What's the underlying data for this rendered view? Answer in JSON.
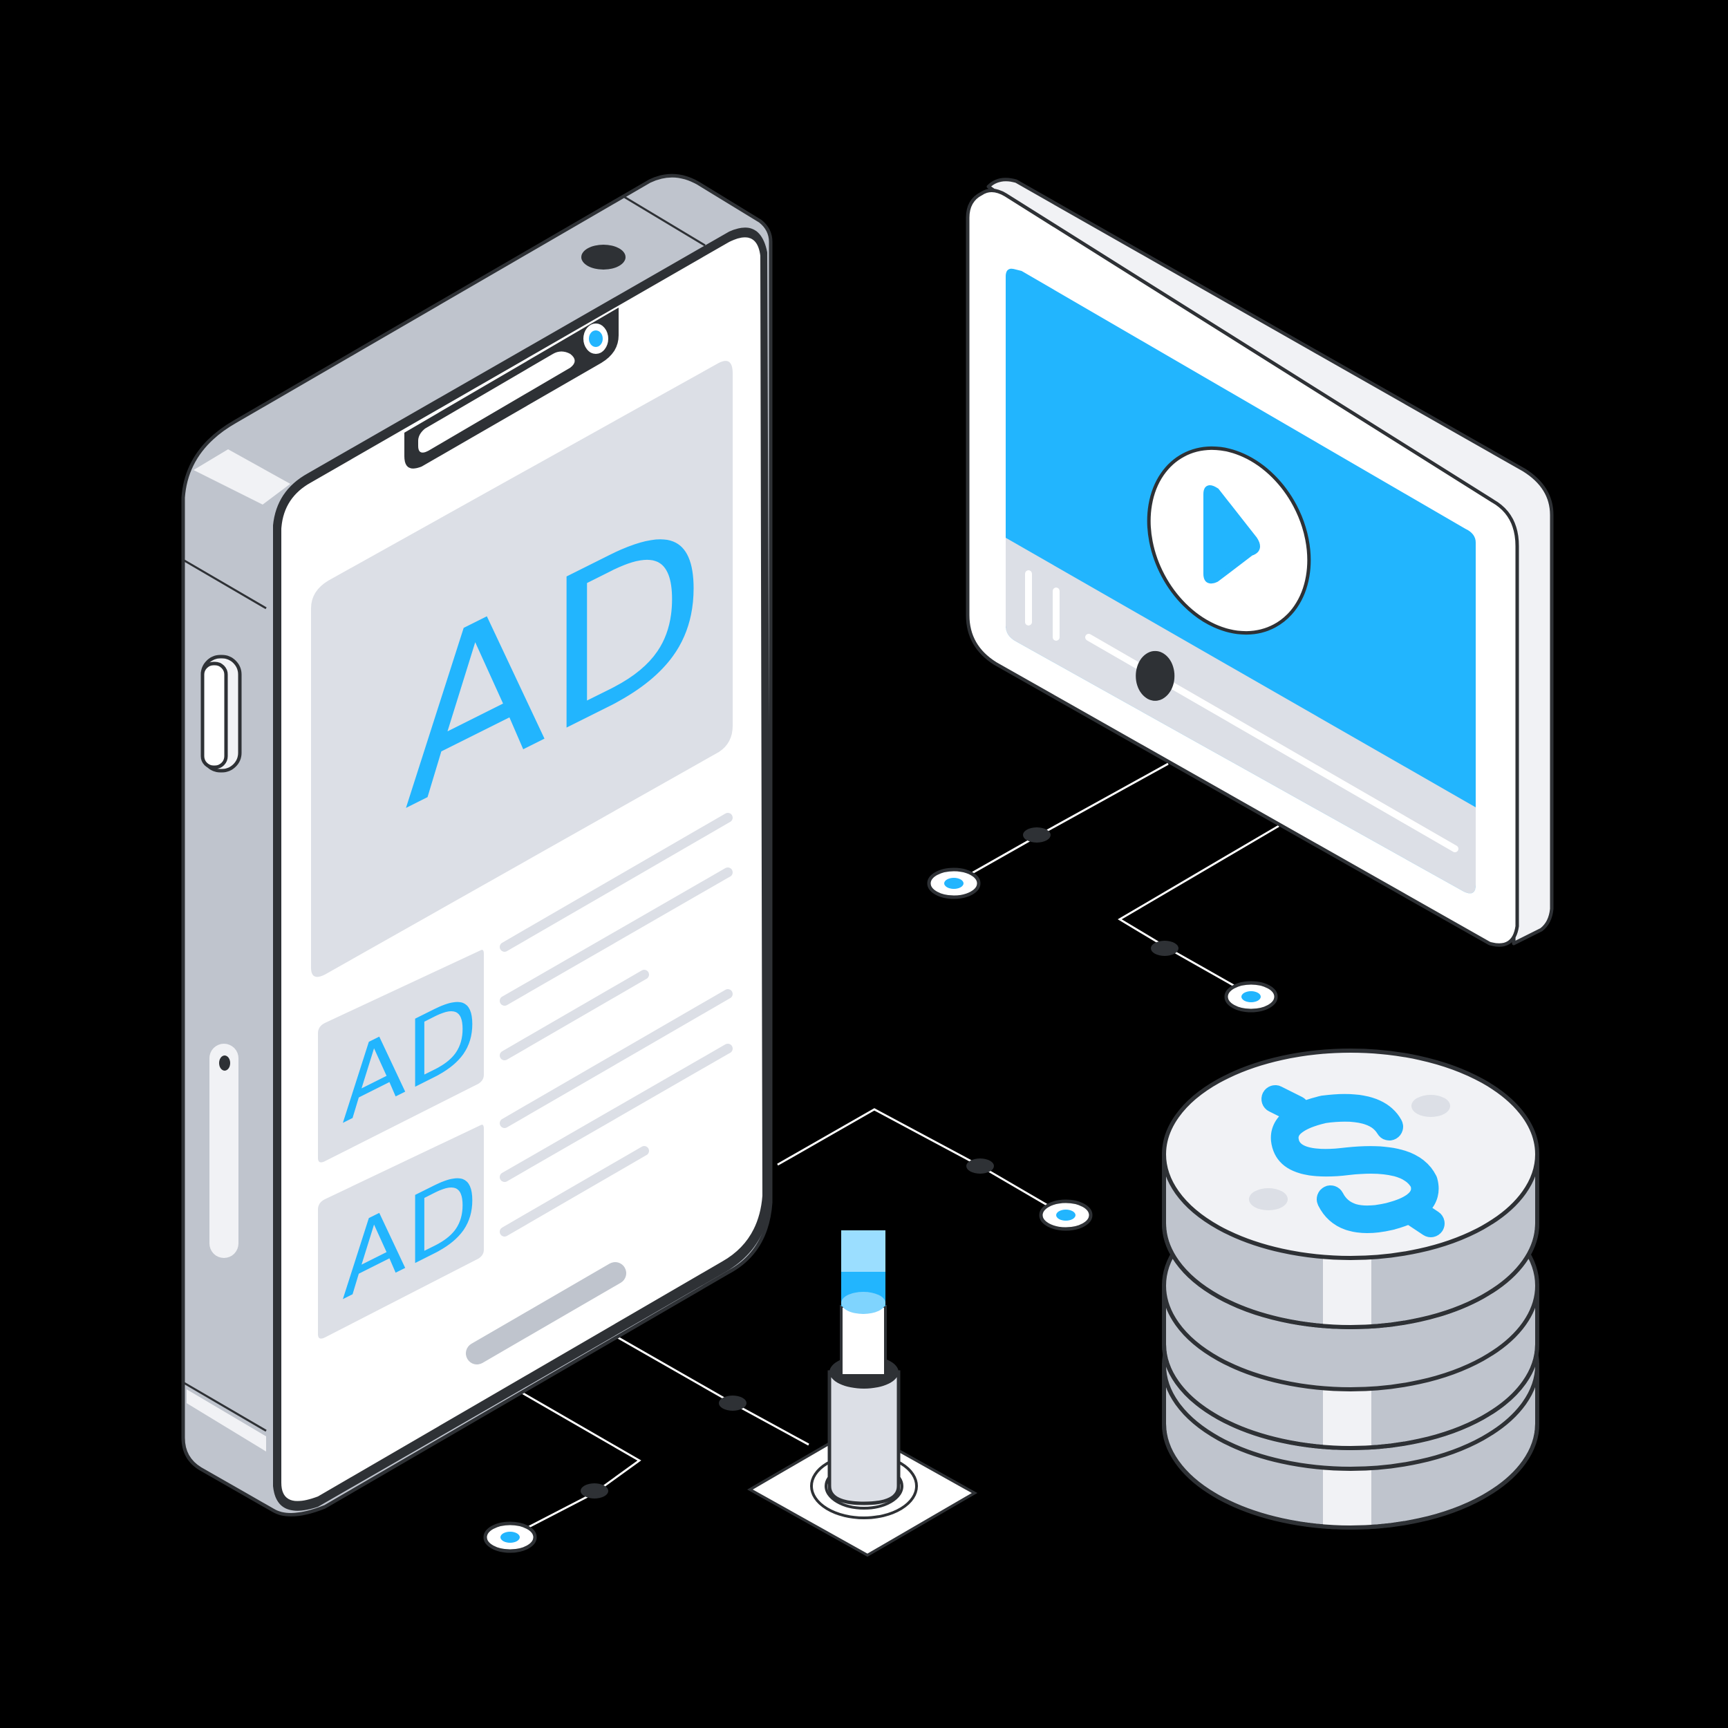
{
  "phone": {
    "main_ad_label": "AD",
    "small_ad_1_label": "AD",
    "small_ad_2_label": "AD"
  },
  "monitor": {
    "play_icon": "play-icon",
    "progress": 0.14
  },
  "coins": {
    "icon": "dollar-icon"
  },
  "colors": {
    "background": "#000000",
    "accent": "#22B5FE",
    "outline": "#2E3135",
    "body_gray": "#BFC4CD",
    "screen_gray": "#DCDFE6",
    "highlight": "#F1F2F5",
    "white": "#FFFFFF"
  }
}
